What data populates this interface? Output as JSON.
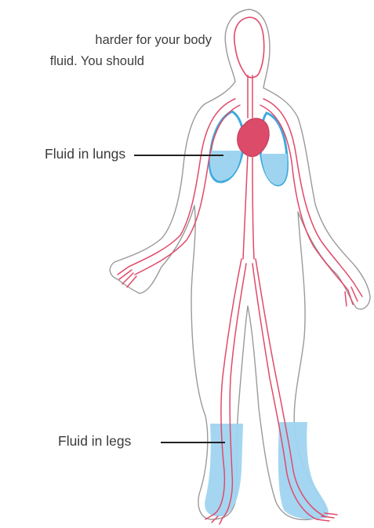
{
  "intro_text": {
    "line1": "harder for your body",
    "line2": "fluid. You should"
  },
  "callouts": {
    "lungs": "Fluid in lungs",
    "legs": "Fluid in legs"
  },
  "colors": {
    "body_outline": "#9a9a9a",
    "vessels": "#e04a6a",
    "heart": "#dc4b6a",
    "lung_outline": "#3fa9dd",
    "fluid": "#9fd4f0"
  }
}
